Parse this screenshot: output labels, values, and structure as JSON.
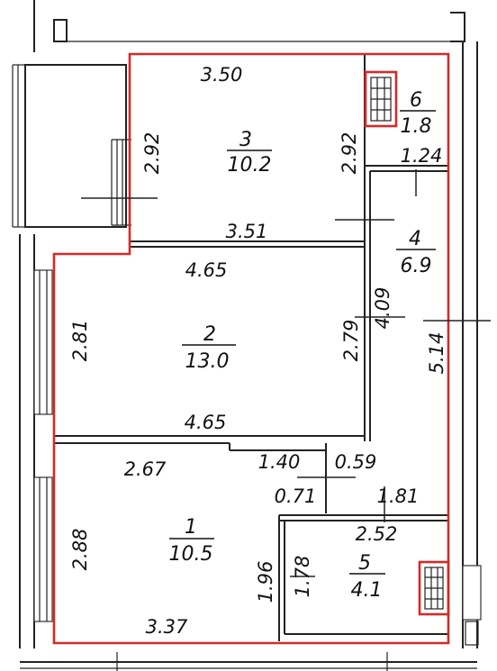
{
  "plan": {
    "outline_color": "#d42a2a",
    "rooms": [
      {
        "id": "room-1",
        "number": "1",
        "area": "10.5"
      },
      {
        "id": "room-2",
        "number": "2",
        "area": "13.0"
      },
      {
        "id": "room-3",
        "number": "3",
        "area": "10.2"
      },
      {
        "id": "room-4",
        "number": "4",
        "area": "6.9"
      },
      {
        "id": "room-5",
        "number": "5",
        "area": "4.1"
      },
      {
        "id": "room-6",
        "number": "6",
        "area": "1.8"
      }
    ],
    "dimensions": {
      "r3_top": "3.50",
      "r3_left": "2.92",
      "r3_right": "2.92",
      "r3_bottom": "3.51",
      "r6_width": "1.24",
      "r2_top": "4.65",
      "r2_left": "2.81",
      "r2_right": "2.79",
      "r2_bottom": "4.65",
      "r4_upper": "4.09",
      "r4_total": "5.14",
      "r1_top": "2.67",
      "hall_width": "1.40",
      "hall_small": "0.59",
      "hall_depth": "0.71",
      "r5_side": "1.81",
      "r5_width": "2.52",
      "r1_left": "2.88",
      "r1_right": "1.96",
      "r5_left": "1.78",
      "r1_bottom": "3.37"
    }
  }
}
